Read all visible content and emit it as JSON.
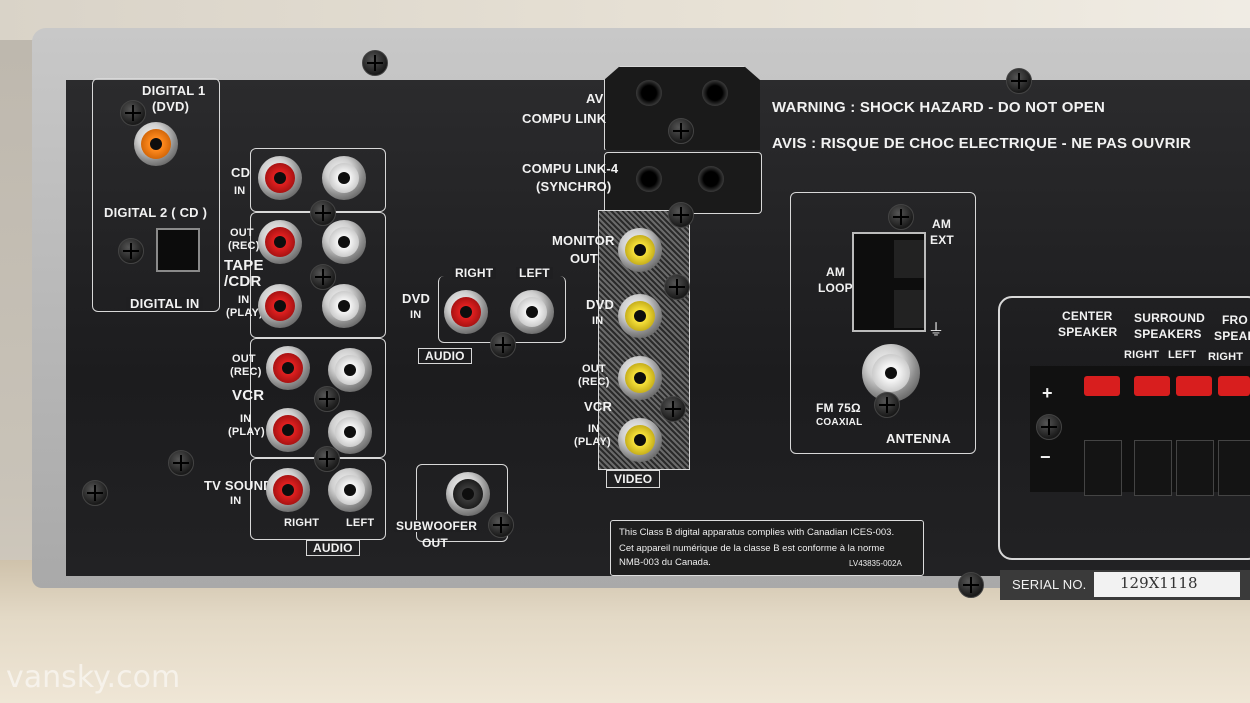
{
  "labels": {
    "digital1": "DIGITAL 1",
    "digital1_sub": "(DVD)",
    "digital2": "DIGITAL 2 ( CD )",
    "digital_in": "DIGITAL IN",
    "cd": "CD",
    "cd_in": "IN",
    "tape_out": "OUT",
    "tape_out_rec": "(REC)",
    "tape_cdr": "TAPE",
    "tape_cdr2": "/CDR",
    "tape_in": "IN",
    "tape_in_play": "(PLAY)",
    "vcr_out": "OUT",
    "vcr_out_rec": "(REC)",
    "vcr": "VCR",
    "vcr_in": "IN",
    "vcr_in_play": "(PLAY)",
    "tv_sound": "TV SOUND",
    "tv_sound_in": "IN",
    "right": "RIGHT",
    "left": "LEFT",
    "audio": "AUDIO",
    "dvd_right": "RIGHT",
    "dvd_left": "LEFT",
    "dvd": "DVD",
    "dvd_in": "IN",
    "dvd_audio": "AUDIO",
    "subwoofer": "SUBWOOFER",
    "subwoofer_out": "OUT",
    "av": "AV",
    "compu_link": "COMPU LINK",
    "compu_link4": "COMPU LINK-4",
    "synchro": "(SYNCHRO)",
    "monitor": "MONITOR",
    "monitor_out": "OUT",
    "video_dvd": "DVD",
    "video_dvd_in": "IN",
    "video_out": "OUT",
    "video_out_rec": "(REC)",
    "video_vcr": "VCR",
    "video_in": "IN",
    "video_in_play": "(PLAY)",
    "video": "VIDEO",
    "warning": "WARNING : SHOCK HAZARD - DO NOT OPEN",
    "avis": "AVIS : RISQUE  DE  CHOC ELECTRIQUE - NE  PAS  OUVRIR",
    "am_ext": "AM",
    "am_ext2": "EXT",
    "am_loop": "AM",
    "am_loop2": "LOOP",
    "fm": "FM 75Ω",
    "coaxial": "COAXIAL",
    "antenna": "ANTENNA",
    "center_speaker": "CENTER",
    "center_speaker2": "SPEAKER",
    "surround": "SURROUND",
    "surround2": "SPEAKERS",
    "front": "FRO",
    "front2": "SPEAK",
    "sp_right": "RIGHT",
    "sp_left": "LEFT",
    "sp_right2": "RIGHT",
    "plus": "+",
    "minus": "−",
    "serial_label": "SERIAL  NO.",
    "serial_value": "129X1118",
    "notice1": "This Class B digital apparatus complies with Canadian ICES-003.",
    "notice2": "Cet appareil numérique de la classe B est conforme à la norme",
    "notice3": "NMB-003 du Canada.",
    "notice_code": "LV43835-002A",
    "watermark": "vansky.com"
  },
  "colors": {
    "panel": "#1f1f21",
    "chassis": "#b8b8b8",
    "label": "#f2f2f2",
    "red_jack": "#e02020",
    "white_jack": "#f4f4f4",
    "yellow_jack": "#f7e13a",
    "orange_jack": "#ff8a1e"
  }
}
